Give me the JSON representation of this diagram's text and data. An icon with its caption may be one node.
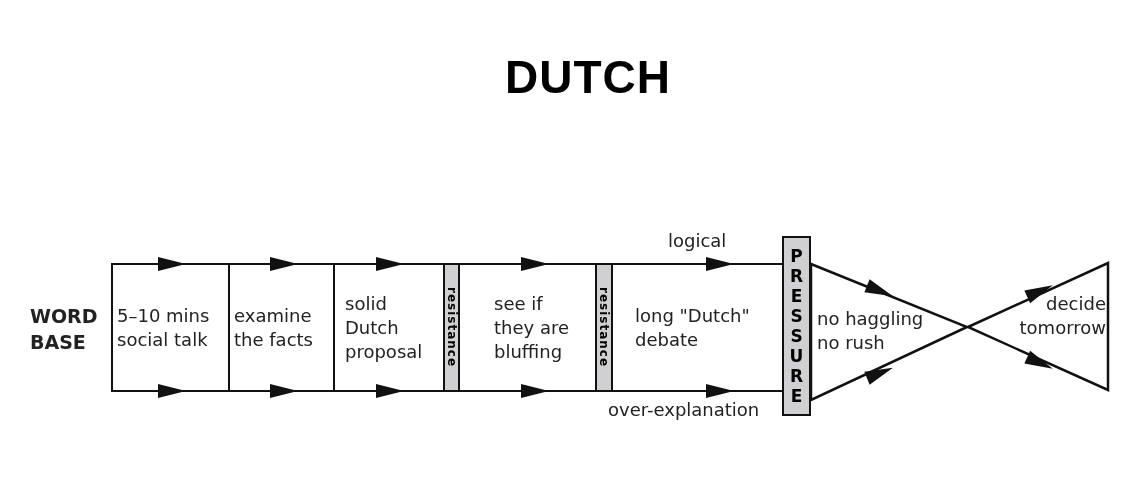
{
  "diagram": {
    "title": "DUTCH",
    "nodes": [
      {
        "text": [
          "5–10 mins social talk"
        ]
      },
      {
        "text": [
          "examine the facts"
        ]
      },
      {
        "text": [
          "solid Dutch proposal"
        ]
      },
      {
        "text": [
          "resistance"
        ]
      },
      {
        "text": [
          "see if they are bluffing"
        ]
      },
      {
        "text": [
          "resistance"
        ]
      },
      {
        "text": [
          "long \"Dutch\" debate"
        ]
      },
      {
        "text": [
          "PRESSURE"
        ]
      },
      {
        "text": [
          "no haggling no rush"
        ]
      },
      {
        "text": [
          "decide tomorrow"
        ]
      }
    ],
    "labels": [
      "WORD BASE",
      "logical",
      "over-explanation"
    ]
  }
}
